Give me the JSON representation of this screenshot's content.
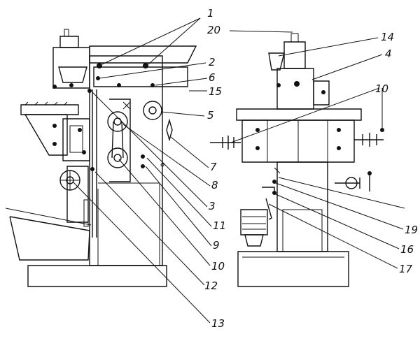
{
  "callouts": [
    {
      "id": "1",
      "label": "1"
    },
    {
      "id": "2",
      "label": "2"
    },
    {
      "id": "3",
      "label": "3"
    },
    {
      "id": "4",
      "label": "4"
    },
    {
      "id": "5",
      "label": "5"
    },
    {
      "id": "6",
      "label": "6"
    },
    {
      "id": "7",
      "label": "7"
    },
    {
      "id": "8",
      "label": "8"
    },
    {
      "id": "9",
      "label": "9"
    },
    {
      "id": "10a",
      "label": "10"
    },
    {
      "id": "10b",
      "label": "10"
    },
    {
      "id": "11",
      "label": "11"
    },
    {
      "id": "12",
      "label": "12"
    },
    {
      "id": "13",
      "label": "13"
    },
    {
      "id": "14",
      "label": "14"
    },
    {
      "id": "15",
      "label": "15"
    },
    {
      "id": "16",
      "label": "16"
    },
    {
      "id": "17",
      "label": "17"
    },
    {
      "id": "19",
      "label": "19"
    },
    {
      "id": "20",
      "label": "20"
    }
  ]
}
